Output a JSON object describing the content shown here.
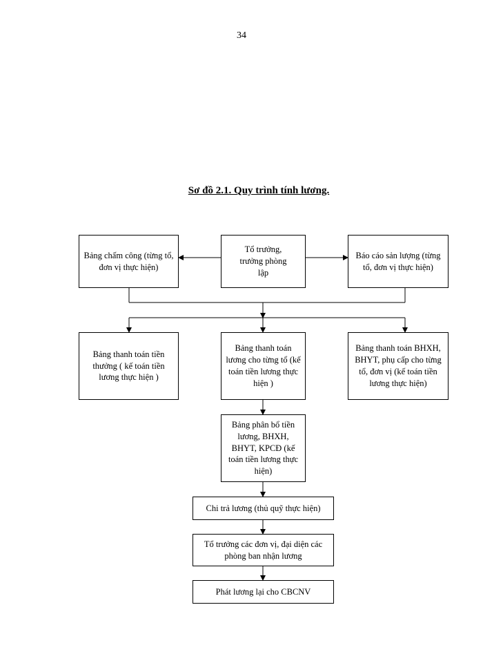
{
  "page_number": "34",
  "title": "Sơ đồ 2.1. Quy trình tính lương.",
  "boxes": {
    "timesheet": "Bảng chấm công (từng tổ, đơn vị thực hiện)",
    "team_leader": "Tổ trưởng, trưởng phòng lập",
    "output_report": "Báo cáo sản lượng (từng tổ, đơn vị thực hiện)",
    "bonus_payment": "Bảng thanh toán tiền thưởng ( kế toán tiền lương thực hiện )",
    "salary_payment": "Bảng thanh toán lương cho từng tổ (kế toán tiền lương thực hiện )",
    "insurance_payment": "Bảng thanh toán BHXH, BHYT, phụ cấp cho từng tổ, đơn vị (kế toán tiền lương thực hiện)",
    "allocation": "Bảng phân bổ tiền lương, BHXH, BHYT, KPCĐ (kế toán tiền lương thực hiện)",
    "cashier_pay": "Chi trả lương (thủ quỹ thực hiện)",
    "units_receive": "Tổ trưởng các đơn vị, đại diện các phòng ban nhận lương",
    "redistribute": "Phát lương lại cho CBCNV"
  }
}
